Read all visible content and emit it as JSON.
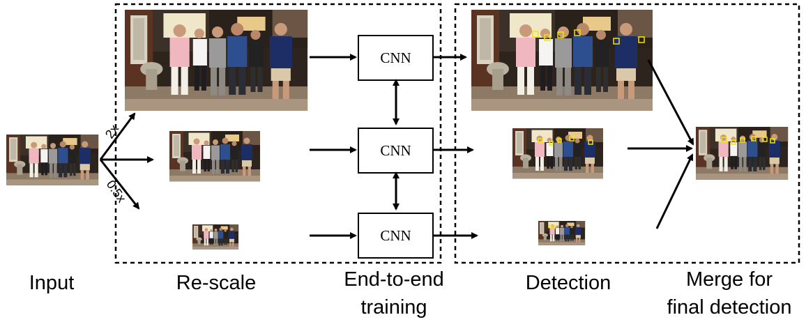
{
  "labels": {
    "input": "Input",
    "rescale": "Re-scale",
    "training_line1": "End-to-end",
    "training_line2": "training",
    "detection": "Detection",
    "merge_line1": "Merge for",
    "merge_line2": "final detection"
  },
  "scale_labels": {
    "up": "2x",
    "down": "0.5x"
  },
  "cnn_label": "CNN",
  "colors": {
    "box_border": "#000000",
    "detection_box": "#f2e600",
    "photo_bg": "#3a2f26"
  }
}
